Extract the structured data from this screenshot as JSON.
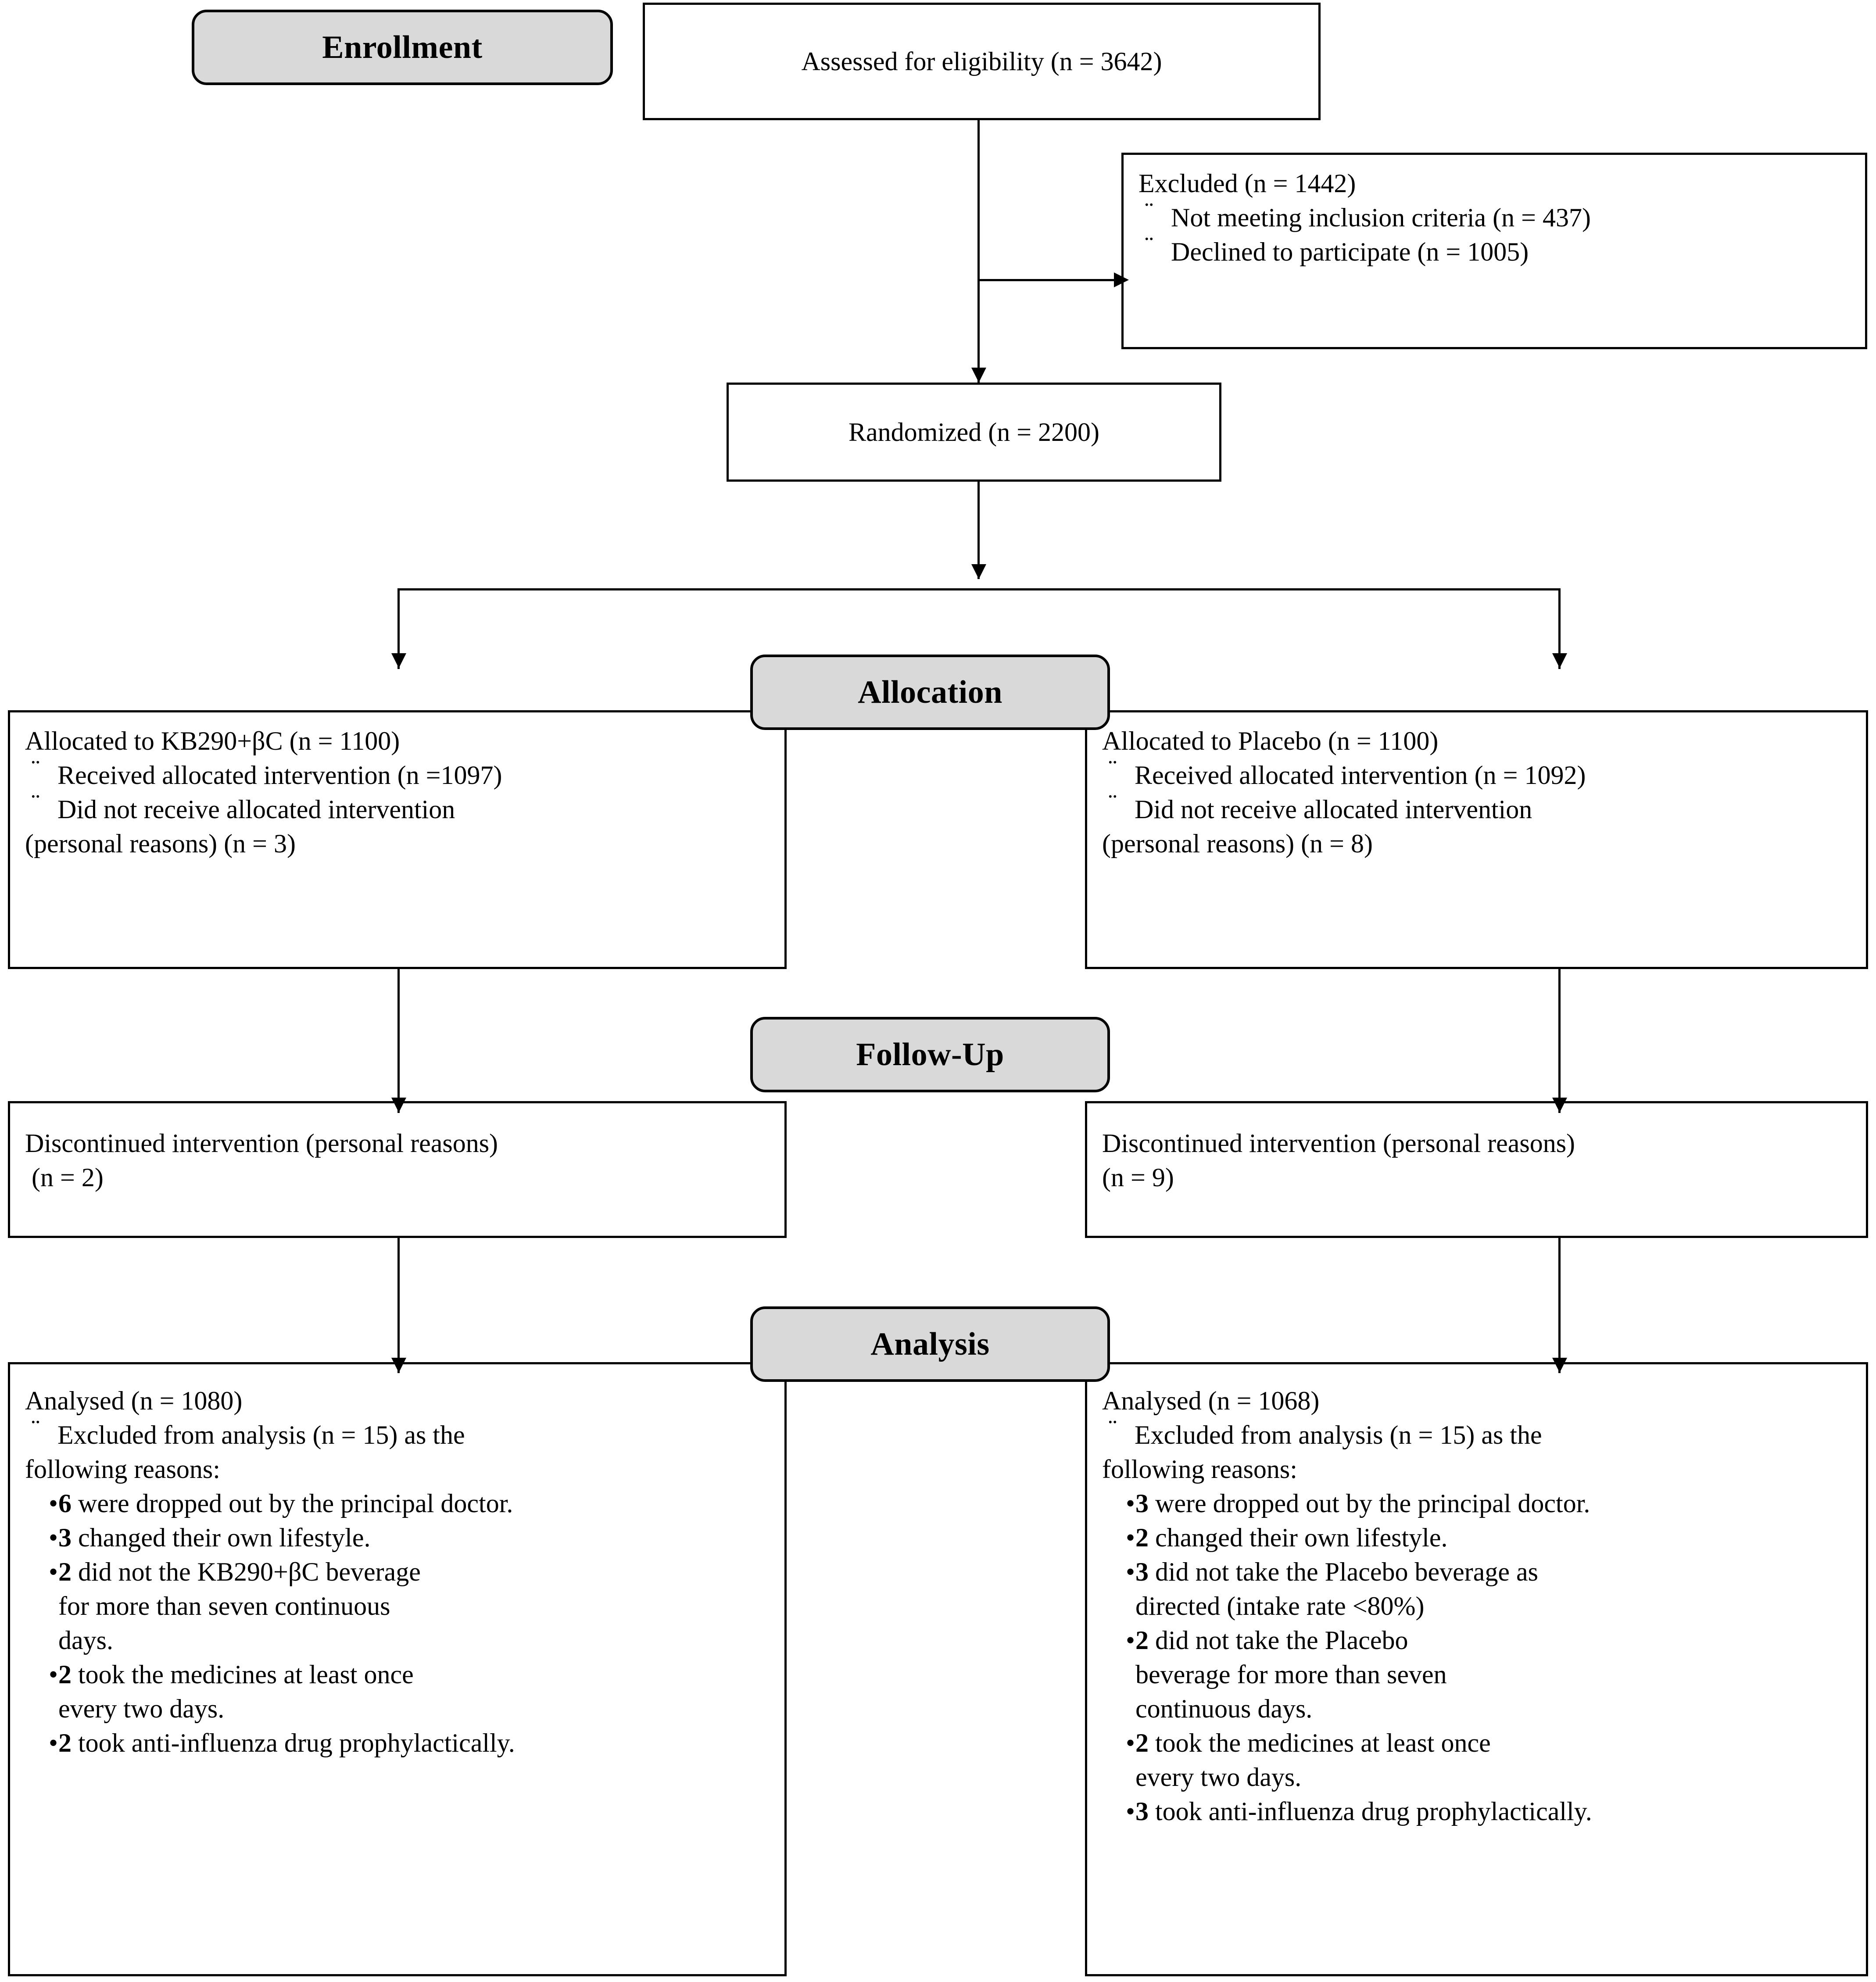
{
  "stages": {
    "enrollment": "Enrollment",
    "allocation": "Allocation",
    "followup": "Follow-Up",
    "analysis": "Analysis"
  },
  "bullets": {
    "level1": "¨",
    "level2": "•"
  },
  "colors": {
    "stage_fill": "#d9d9d9",
    "line": "#000000",
    "box_fill": "#ffffff"
  },
  "enrollment": {
    "assessed": "Assessed for eligibility (n = 3642)",
    "excluded": {
      "heading": "Excluded (n = 1442)",
      "items": [
        "Not meeting inclusion criteria (n = 437)",
        "Declined to participate (n = 1005)"
      ]
    },
    "randomized": "Randomized (n = 2200)"
  },
  "allocation": {
    "left": {
      "heading": "Allocated to KB290+βC (n = 1100)",
      "items": [
        "Received allocated intervention (n =1097)",
        "Did not receive allocated intervention"
      ],
      "continuation": "(personal reasons) (n = 3)"
    },
    "right": {
      "heading": "Allocated to Placebo (n = 1100)",
      "items": [
        "Received allocated intervention (n = 1092)",
        "Did not receive allocated intervention"
      ],
      "continuation": "(personal reasons) (n = 8)"
    }
  },
  "followup": {
    "left": {
      "line1": "Discontinued intervention (personal reasons)",
      "line2": " (n = 2)"
    },
    "right": {
      "line1": "Discontinued intervention (personal reasons)",
      "line2": "(n = 9)"
    }
  },
  "analysis": {
    "left": {
      "heading": "Analysed (n = 1080)",
      "excluded_line1": "Excluded from analysis (n = 15) as the",
      "excluded_line2": "following reasons:",
      "reasons": [
        {
          "count": "6",
          "text": " were dropped out by the principal doctor.",
          "cont": []
        },
        {
          "count": "3",
          "text": " changed their own lifestyle.",
          "cont": []
        },
        {
          "count": "2",
          "text": " did not the KB290+βC beverage",
          "cont": [
            "for more than seven continuous",
            "days."
          ]
        },
        {
          "count": "2",
          "text": " took the medicines at least once",
          "cont": [
            "every two days."
          ]
        },
        {
          "count": "2",
          "text": " took anti-influenza drug prophylactically.",
          "cont": []
        }
      ]
    },
    "right": {
      "heading": "Analysed (n = 1068)",
      "excluded_line1": "Excluded from analysis (n = 15) as the",
      "excluded_line2": "following reasons:",
      "reasons": [
        {
          "count": "3",
          "text": " were dropped out by the principal doctor.",
          "cont": []
        },
        {
          "count": "2",
          "text": " changed their own lifestyle.",
          "cont": []
        },
        {
          "count": "3",
          "text": " did not take the Placebo beverage as",
          "cont": [
            "directed (intake rate <80%)"
          ]
        },
        {
          "count": "2",
          "text": " did not take the Placebo",
          "cont": [
            "beverage for more than seven",
            "continuous days."
          ]
        },
        {
          "count": "2",
          "text": " took the medicines at least once",
          "cont": [
            "every two days."
          ]
        },
        {
          "count": "3",
          "text": " took anti-influenza drug prophylactically.",
          "cont": []
        }
      ]
    }
  }
}
